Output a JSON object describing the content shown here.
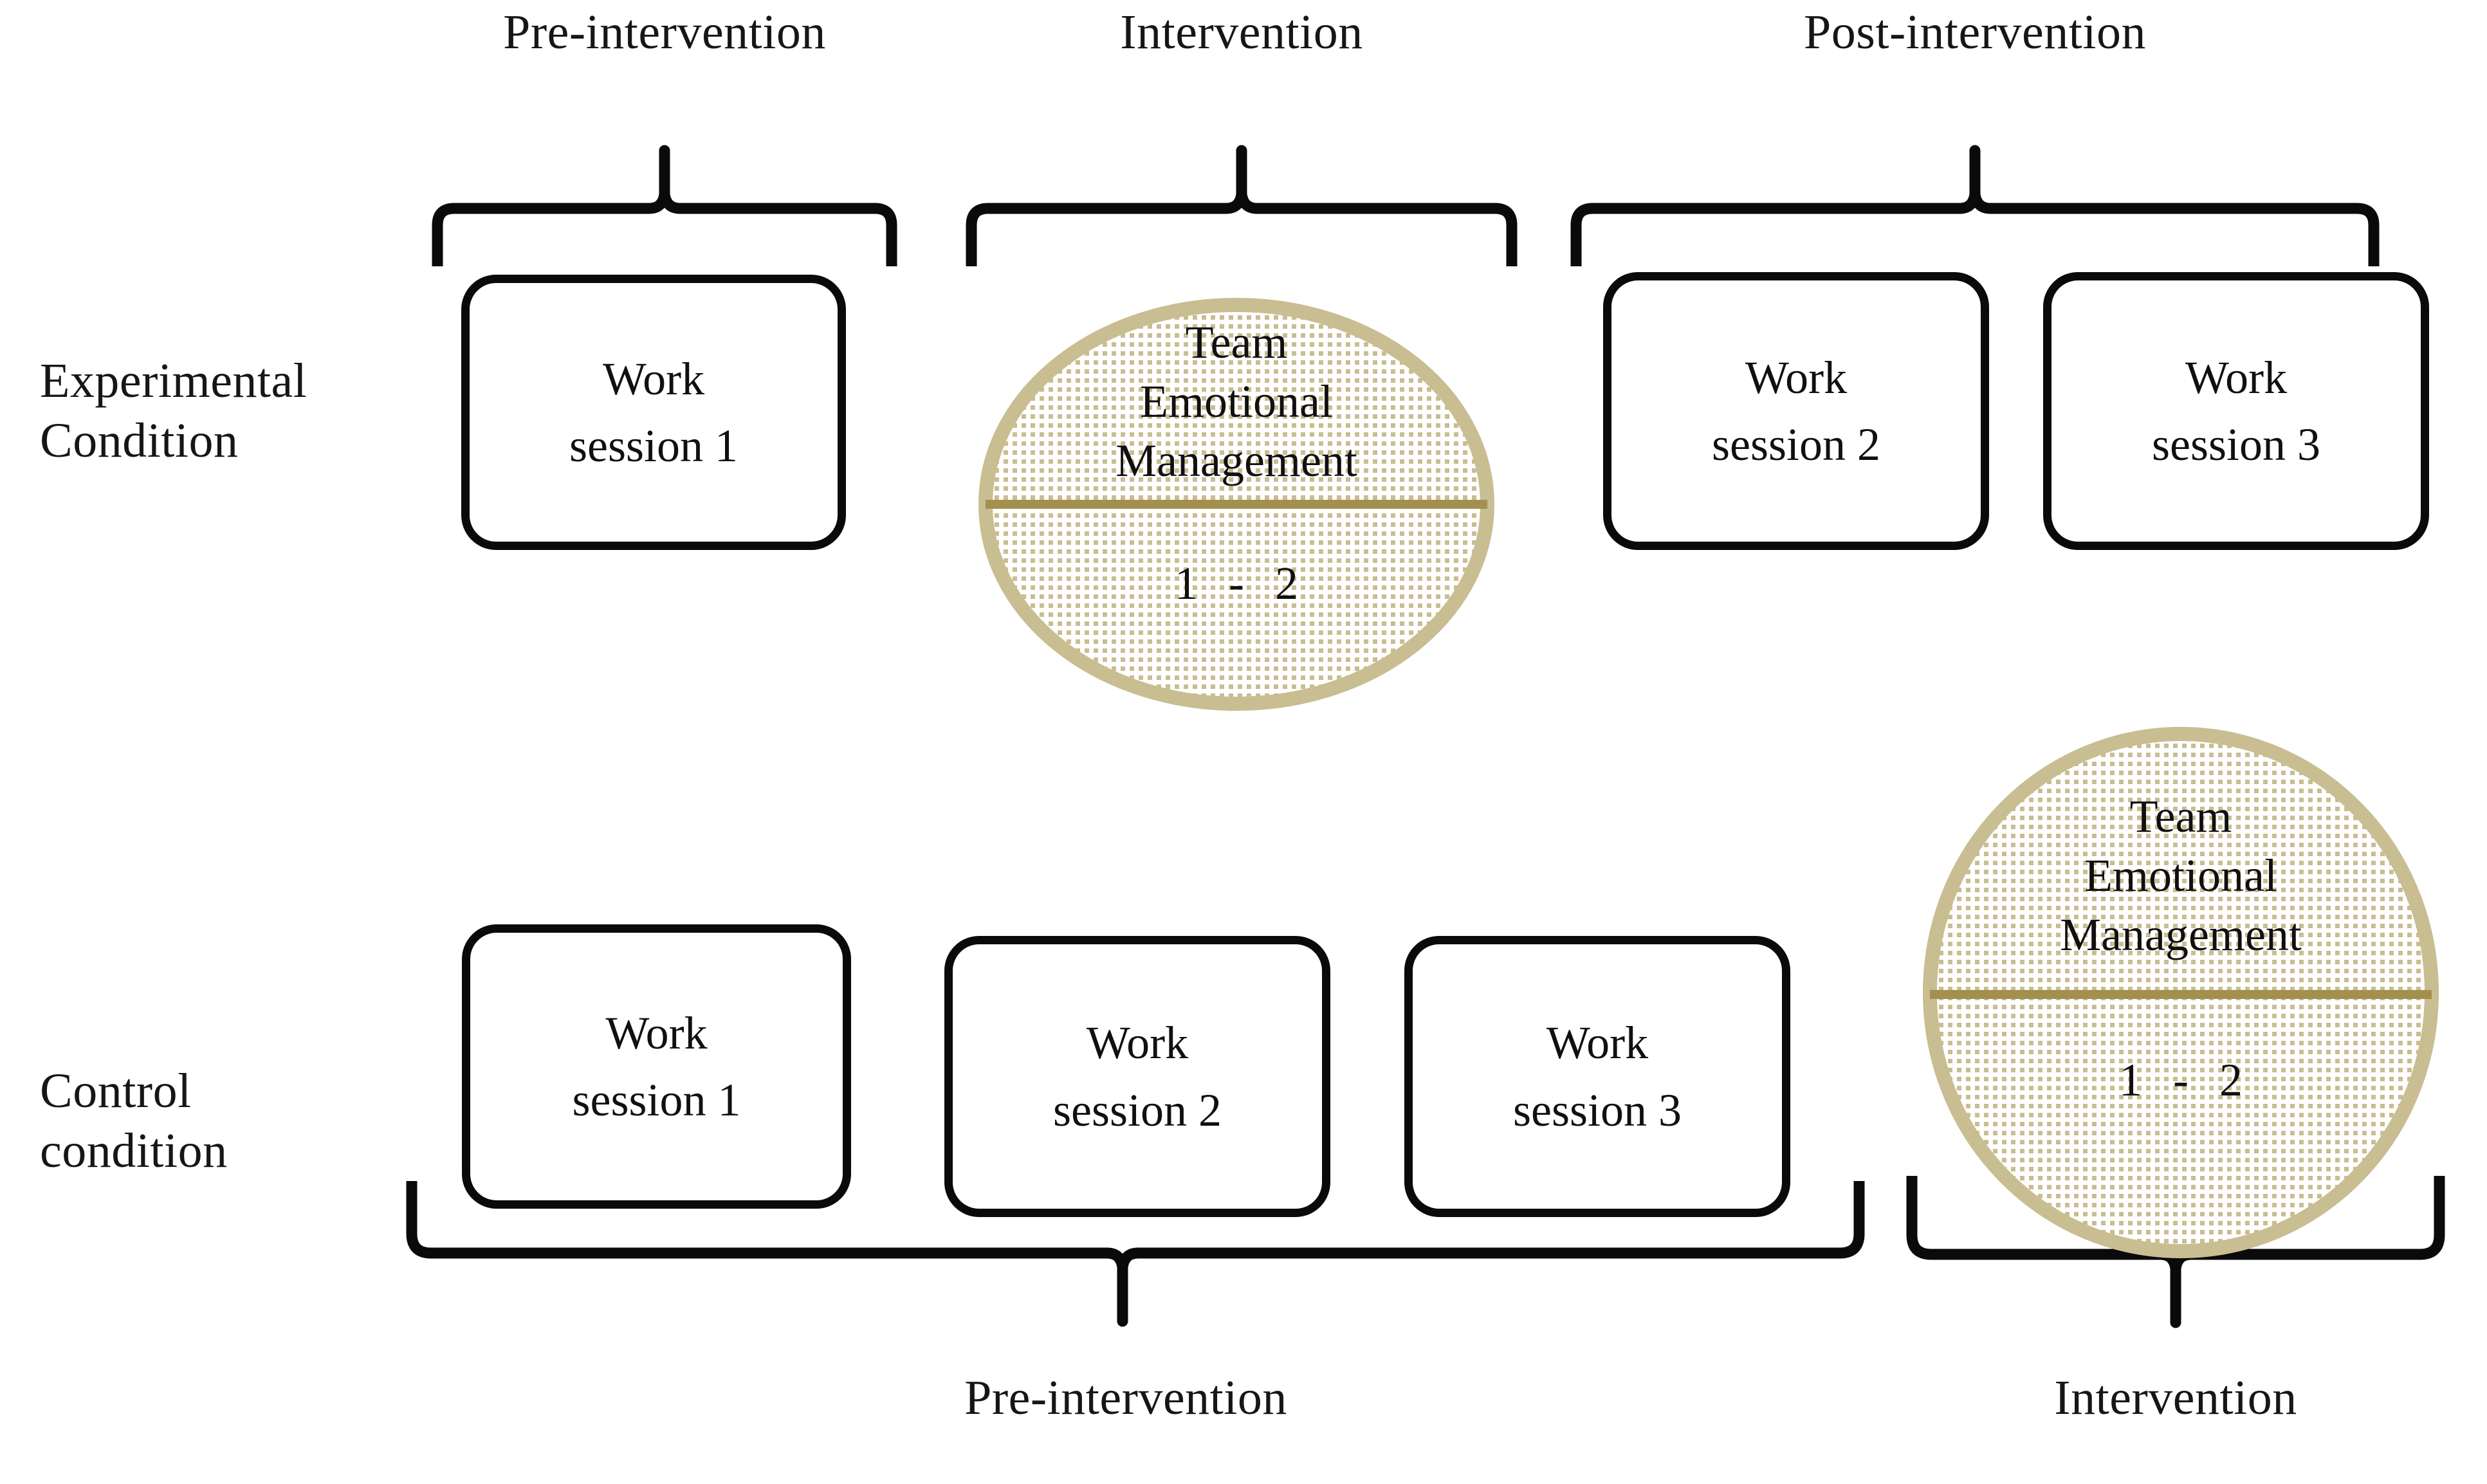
{
  "figure": {
    "phase_headers_top": [
      {
        "label": "Pre-intervention"
      },
      {
        "label": "Intervention"
      },
      {
        "label": "Post-intervention"
      }
    ],
    "phase_footers_bottom": [
      {
        "label": "Pre-intervention"
      },
      {
        "label": "Intervention"
      }
    ],
    "rows": [
      {
        "condition_label_line1": "Experimental",
        "condition_label_line2": "Condition"
      },
      {
        "condition_label_line1": "Control",
        "condition_label_line2": "condition"
      }
    ],
    "boxes": {
      "work_line1": "Work",
      "exp_session1": "session 1",
      "exp_session2": "session 2",
      "exp_session3": "session 3",
      "ctrl_session1": "session 1",
      "ctrl_session2": "session 2",
      "ctrl_session3": "session 3"
    },
    "intervention_circle": {
      "line1": "Team",
      "line2": "Emotional",
      "line3": "Management",
      "num_left": "1",
      "num_dash": "-",
      "num_right": "2"
    },
    "colors": {
      "circle_stroke": "#c9bd92",
      "circle_divider": "#a3904f",
      "circle_dot": "#c9bd92",
      "box_stroke": "#0a0a0a",
      "brace_stroke": "#0a0a0a",
      "text": "#101010",
      "background": "#ffffff"
    }
  }
}
